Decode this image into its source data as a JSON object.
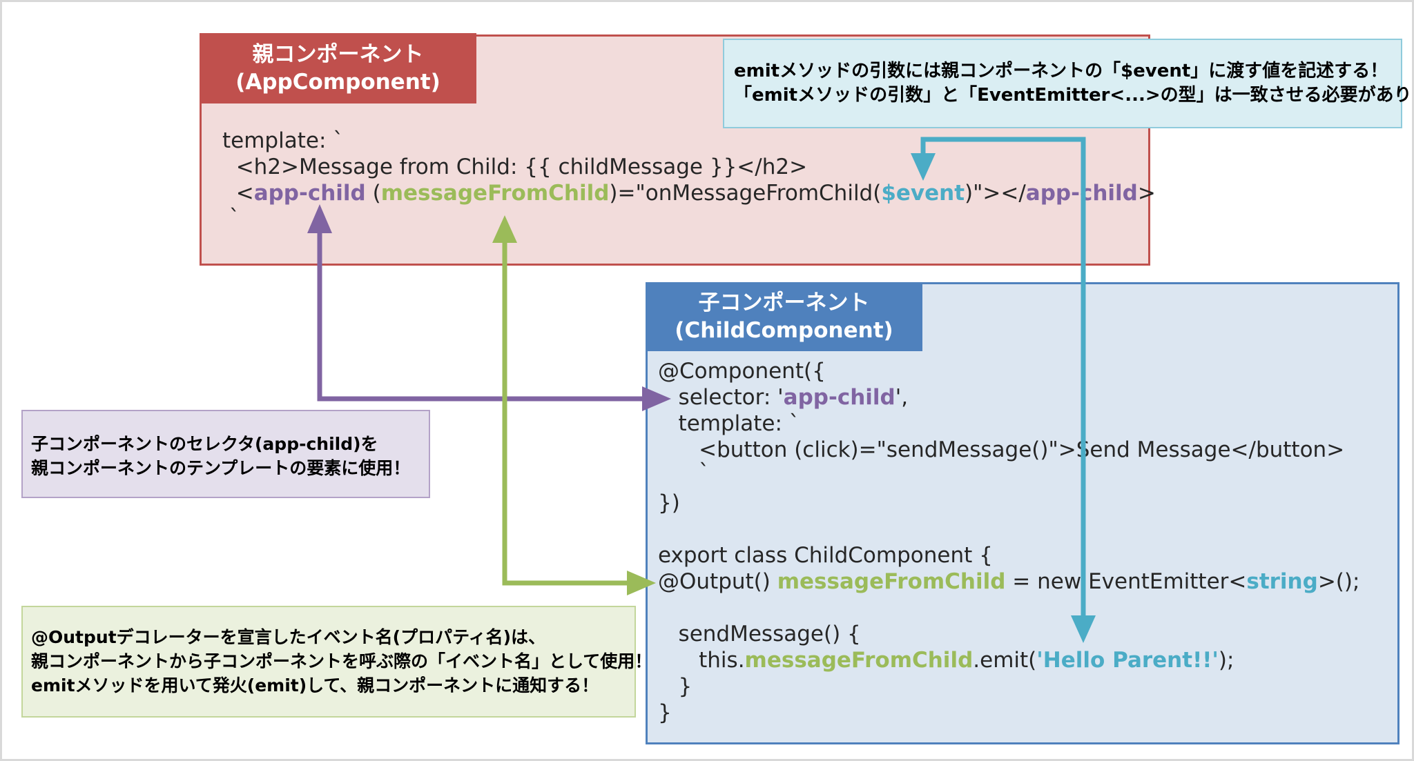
{
  "parent": {
    "title_line1": "親コンポーネント",
    "title_line2": "(AppComponent)",
    "code": {
      "l1": "template: `",
      "l2": "  <h2>Message from Child: {{ childMessage }}</h2>",
      "l3_a": "  <",
      "l3_selector": "app-child",
      "l3_b": " (",
      "l3_event": "messageFromChild",
      "l3_c": ")=\"onMessageFromChild(",
      "l3_arg": "$event",
      "l3_d": ")\"></",
      "l3_selector2": "app-child",
      "l3_e": ">",
      "l4": " `"
    }
  },
  "child": {
    "title_line1": "子コンポーネント",
    "title_line2": "(ChildComponent)",
    "code": {
      "l1": "@Component({",
      "l2_a": "   selector: '",
      "l2_selector": "app-child",
      "l2_b": "',",
      "l3": "   template: `",
      "l4": "      <button (click)=\"sendMessage()\">Send Message</button>",
      "l5": "      `",
      "l6": "})",
      "l7": "export class ChildComponent {",
      "l8_a": "@Output() ",
      "l8_event": "messageFromChild",
      "l8_b": " = new EventEmitter<",
      "l8_type": "string",
      "l8_c": ">();",
      "l9": "   sendMessage() {",
      "l10_a": "      this.",
      "l10_event": "messageFromChild",
      "l10_b": ".emit(",
      "l10_value": "'Hello Parent!!'",
      "l10_c": ");",
      "l11": "   }",
      "l12": "}"
    }
  },
  "notes": {
    "emit_line1": "emitメソッドの引数には親コンポーネントの「$event」に渡す値を記述する！",
    "emit_line2": "「emitメソッドの引数」と「EventEmitter<...>の型」は一致させる必要があり！",
    "selector_line1": "子コンポーネントのセレクタ(app-child)を",
    "selector_line2": "親コンポーネントのテンプレートの要素に使用！",
    "output_line1": "@Outputデコレーターを宣言したイベント名(プロパティ名)は、",
    "output_line2": "親コンポーネントから子コンポーネントを呼ぶ際の「イベント名」として使用！",
    "output_line3": "emitメソッドを用いて発火(emit)して、親コンポーネントに通知する！"
  },
  "colors": {
    "parent": "#c0504d",
    "child": "#4f81bd",
    "selector_arrow": "#8064a2",
    "event_arrow": "#9bbb59",
    "value_arrow": "#4bacc6"
  }
}
